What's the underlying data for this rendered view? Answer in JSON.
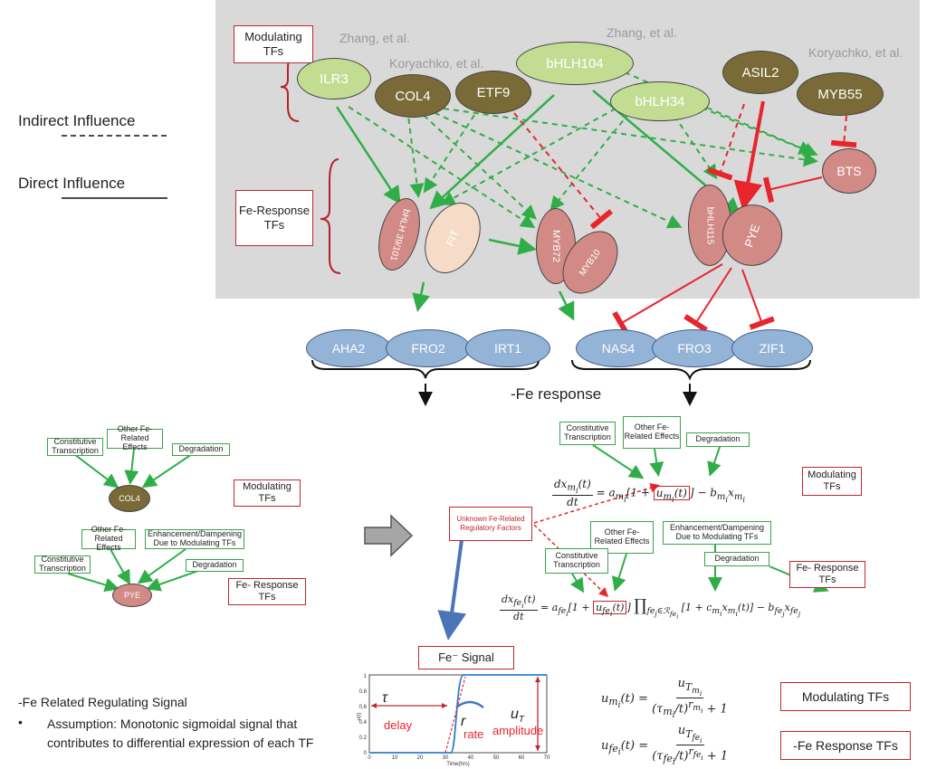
{
  "left_labels": {
    "indirect": "Indirect Influence",
    "direct": "Direct Influence"
  },
  "boxes": {
    "modulating_tfs": "Modulating TFs",
    "fe_response_tfs": "Fe-Response TFs"
  },
  "citations": {
    "zhang_left": "Zhang, et al.",
    "koryachko_mid": "Koryachko, et al.",
    "zhang_right": "Zhang, et al.",
    "koryachko_right": "Koryachko, et al."
  },
  "modulating_nodes": {
    "ilr3": "ILR3",
    "col4": "COL4",
    "etf9": "ETF9",
    "bhlh104": "bHLH104",
    "bhlh34": "bHLH34",
    "asil2": "ASIL2",
    "myb55": "MYB55",
    "bts": "BTS"
  },
  "response_nodes": {
    "bhlh39": "bHLH 39/101",
    "fit": "FIT",
    "myb72": "MYB72",
    "myb10": "MYB10",
    "bhlh115": "bHLH115",
    "pye": "PYE"
  },
  "target_genes": {
    "aha2": "AHA2",
    "fro2": "FRO2",
    "irt1": "IRT1",
    "nas4": "NAS4",
    "fro3": "FRO3",
    "zif1": "ZIF1"
  },
  "fe_response_label": "-Fe response",
  "small_diagram": {
    "col4": "COL4",
    "pye": "PYE",
    "constitutive": "Constitutive Transcription",
    "other_effects": "Other Fe-Related Effects",
    "degradation": "Degradation",
    "enhancement": "Enhancement/Dampening Due to Modulating TFs",
    "modulating": "Modulating TFs",
    "fe_response": "Fe- Response TFs"
  },
  "equations": {
    "constitutive": "Constitutive Transcription",
    "other_effects": "Other Fe-Related Effects",
    "degradation": "Degradation",
    "enhancement": "Enhancement/Dampening Due to Modulating TFs",
    "unknown": "Unknown Fe-Related Regulatory Factors",
    "modulating": "Modulating TFs",
    "fe_response": "Fe- Response TFs"
  },
  "signal": {
    "title": "Fe⁻ Signal",
    "delay": "delay",
    "rate": "rate",
    "amplitude": "amplitude",
    "xlabel": "Time(hrs)",
    "ylabel": "u(t)",
    "xticks": [
      "0",
      "10",
      "20",
      "30",
      "40",
      "50",
      "60",
      "70"
    ],
    "yticks": [
      "0",
      "0.2",
      "0.4",
      "0.6",
      "0.8",
      "1"
    ]
  },
  "bottom_right": {
    "modulating": "Modulating TFs",
    "fe_response": "-Fe Response TFs"
  },
  "bottom_left": {
    "heading": "-Fe Related Regulating Signal",
    "bullet": "Assumption: Monotonic sigmoidal signal that contributes to differential expression of each TF"
  },
  "colors": {
    "panel": "#d9d9d9",
    "dark_node": "#7a6a37",
    "light_node": "#c2dd92",
    "red_node": "#d28a86",
    "blue_node": "#93b3d7",
    "green_arrow": "#2fae48",
    "red_arrow": "#e8252d",
    "box_border": "#c0272d"
  }
}
